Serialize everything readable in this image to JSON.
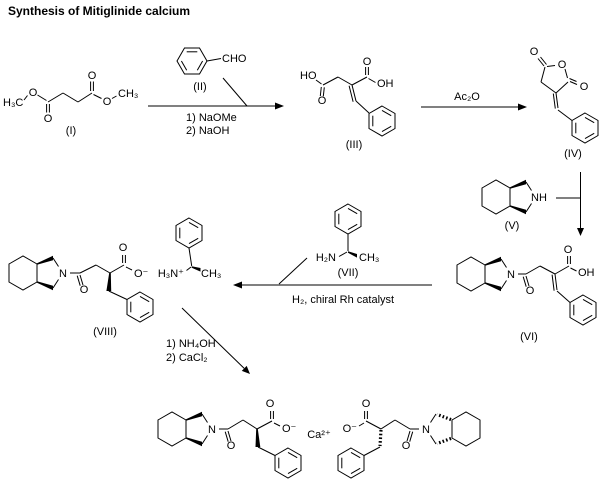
{
  "title": "Synthesis of Mitiglinide calcium",
  "compound_labels": {
    "i": "(I)",
    "ii": "(II)",
    "iii": "(III)",
    "iv": "(IV)",
    "v": "(V)",
    "vi": "(VI)",
    "vii": "(VII)",
    "viii": "(VIII)"
  },
  "reagents": {
    "step1_line1": "1)  NaOMe",
    "step1_line2": "2)  NaOH",
    "step2": "Ac₂O",
    "step3": "H₂, chiral Rh catalyst",
    "step4_line1": "1) NH₄OH",
    "step4_line2": "2) CaCl₂"
  },
  "atoms": {
    "o": "O",
    "ho": "HO",
    "oh": "OH",
    "o_minus": "O⁻",
    "n": "N",
    "nh": "NH",
    "h2n": "H₂N",
    "h3n_plus": "H₃N⁺",
    "h3c": "H₃C",
    "ch3": "CH₃",
    "cho": "CHO",
    "ca_2plus": "Ca²⁺"
  }
}
